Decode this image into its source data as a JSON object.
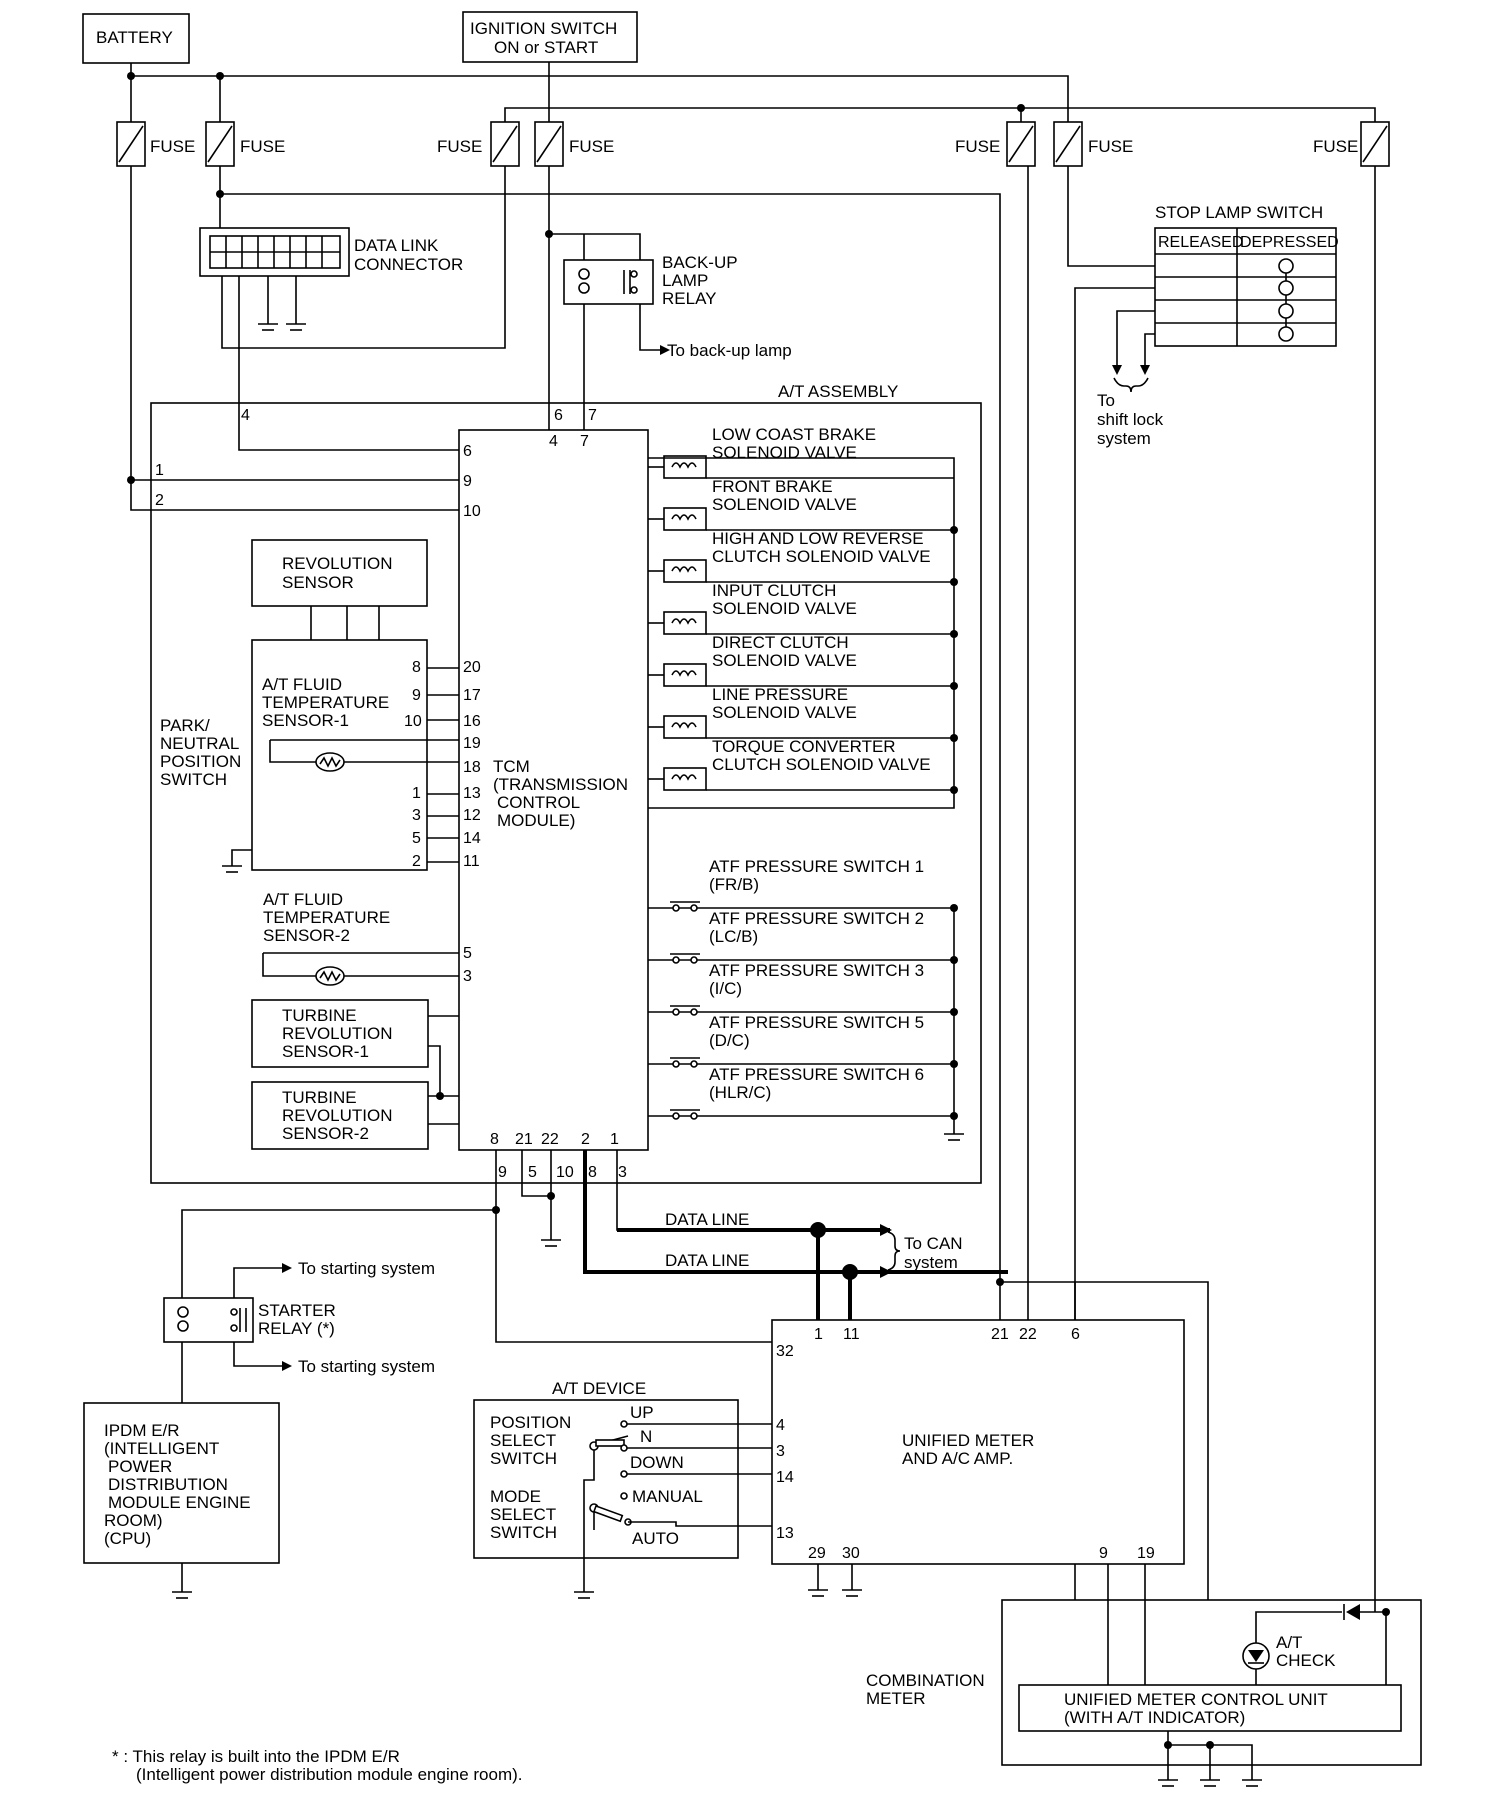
{
  "blocks": {
    "battery": "BATTERY",
    "ignition_1": "IGNITION SWITCH",
    "ignition_2": "ON or START",
    "fuse": "FUSE",
    "dlc_1": "DATA LINK",
    "dlc_2": "CONNECTOR",
    "backup_relay": [
      "BACK-UP",
      "LAMP",
      "RELAY"
    ],
    "to_backup_lamp": "To back-up lamp",
    "stop_lamp_switch": "STOP LAMP SWITCH",
    "stop_released": "RELEASED",
    "stop_depressed": "DEPRESSED",
    "to_shift_lock": [
      "To",
      "shift lock",
      "system"
    ],
    "at_assembly": "A/T ASSEMBLY",
    "tcm": [
      "TCM",
      "(TRANSMISSION",
      "CONTROL",
      "MODULE)"
    ],
    "revolution_sensor": [
      "REVOLUTION",
      "SENSOR"
    ],
    "fluid_temp_1": [
      "A/T FLUID",
      "TEMPERATURE",
      "SENSOR-1"
    ],
    "pnp_switch": [
      "PARK/",
      "NEUTRAL",
      "POSITION",
      "SWITCH"
    ],
    "fluid_temp_2": [
      "A/T FLUID",
      "TEMPERATURE",
      "SENSOR-2"
    ],
    "turbine_1": [
      "TURBINE",
      "REVOLUTION",
      "SENSOR-1"
    ],
    "turbine_2": [
      "TURBINE",
      "REVOLUTION",
      "SENSOR-2"
    ],
    "data_line": "DATA LINE",
    "to_can": [
      "To CAN",
      "system"
    ],
    "to_starting": "To starting system",
    "starter_relay": [
      "STARTER",
      "RELAY (*)"
    ],
    "ipdm": [
      "IPDM E/R",
      "(INTELLIGENT",
      "POWER",
      "DISTRIBUTION",
      "MODULE ENGINE",
      "ROOM)",
      "(CPU)"
    ],
    "at_device": "A/T DEVICE",
    "position_select": [
      "POSITION",
      "SELECT",
      "SWITCH"
    ],
    "mode_select": [
      "MODE",
      "SELECT",
      "SWITCH"
    ],
    "sw_up": "UP",
    "sw_n": "N",
    "sw_down": "DOWN",
    "sw_manual": "MANUAL",
    "sw_auto": "AUTO",
    "unified_meter": [
      "UNIFIED METER",
      "AND A/C AMP."
    ],
    "combination_meter": [
      "COMBINATION",
      "METER"
    ],
    "at_check": [
      "A/T",
      "CHECK"
    ],
    "umcu": [
      "UNIFIED METER CONTROL UNIT",
      "(WITH A/T INDICATOR)"
    ],
    "footnote": [
      "* : This relay is built into the IPDM E/R",
      "(Intelligent power distribution module engine room)."
    ]
  },
  "solenoids": [
    [
      "LOW COAST BRAKE",
      "SOLENOID VALVE"
    ],
    [
      "FRONT BRAKE",
      "SOLENOID VALVE"
    ],
    [
      "HIGH AND LOW REVERSE",
      "CLUTCH SOLENOID VALVE"
    ],
    [
      "INPUT CLUTCH",
      "SOLENOID VALVE"
    ],
    [
      "DIRECT CLUTCH",
      "SOLENOID VALVE"
    ],
    [
      "LINE PRESSURE",
      "SOLENOID VALVE"
    ],
    [
      "TORQUE CONVERTER",
      "CLUTCH SOLENOID VALVE"
    ]
  ],
  "pressure_switches": [
    [
      "ATF PRESSURE SWITCH 1",
      "(FR/B)"
    ],
    [
      "ATF PRESSURE SWITCH 2",
      "(LC/B)"
    ],
    [
      "ATF PRESSURE SWITCH 3",
      "(I/C)"
    ],
    [
      "ATF PRESSURE SWITCH 5",
      "(D/C)"
    ],
    [
      "ATF PRESSURE SWITCH 6",
      "(HLR/C)"
    ]
  ],
  "pins": {
    "tcm_left": [
      "6",
      "9",
      "10",
      "20",
      "17",
      "16",
      "19",
      "18",
      "13",
      "12",
      "14",
      "11",
      "5",
      "3"
    ],
    "tcm_top": [
      "4",
      "7"
    ],
    "tcm_bottom": [
      "8",
      "21",
      "22",
      "2",
      "1"
    ],
    "conn_top": [
      "4",
      "6",
      "7"
    ],
    "conn_left": [
      "1",
      "2"
    ],
    "conn_bottom": [
      "9",
      "5",
      "10",
      "8",
      "3"
    ],
    "pnp_right": [
      "8",
      "9",
      "10",
      "1",
      "3",
      "5",
      "2"
    ],
    "pnp_top": [
      "13",
      "12",
      "11"
    ],
    "meter_top": [
      "1",
      "11",
      "21",
      "22",
      "6"
    ],
    "meter_left": [
      "32",
      "4",
      "3",
      "14",
      "13"
    ],
    "meter_bottom": [
      "29",
      "30",
      "9",
      "19"
    ]
  }
}
